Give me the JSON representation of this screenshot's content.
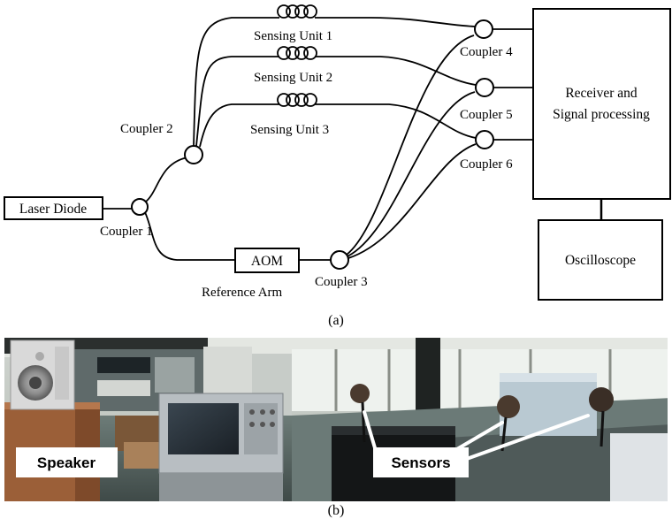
{
  "diagram": {
    "laser": "Laser Diode",
    "aom": "AOM",
    "reference_arm": "Reference Arm",
    "receiver_line1": "Receiver and",
    "receiver_line2": "Signal processing",
    "oscilloscope": "Oscilloscope",
    "couplers": [
      "Coupler 1",
      "Coupler 2",
      "Coupler 3",
      "Coupler 4",
      "Coupler 5",
      "Coupler 6"
    ],
    "sensing_units": [
      "Sensing Unit 1",
      "Sensing Unit 2",
      "Sensing Unit 3"
    ],
    "caption": "(a)"
  },
  "photo": {
    "speaker_label": "Speaker",
    "sensors_label": "Sensors",
    "caption": "(b)"
  }
}
